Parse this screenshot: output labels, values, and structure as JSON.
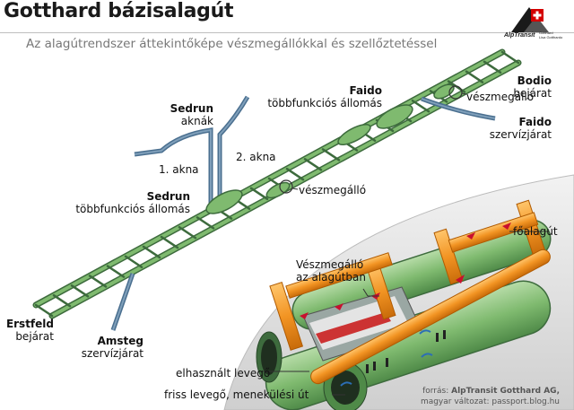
{
  "header": {
    "title": "Gotthard bázisalagút",
    "subtitle": "Az alagútrendszer áttekintőképe vészmegállókkal és szellőztetéssel",
    "logo_text": "AlpTransit",
    "logo_subtext": [
      "Gotthard",
      "Lisa Gotthardo"
    ]
  },
  "labels": {
    "bodio": {
      "name": "Bodio",
      "desc": "bejárat"
    },
    "faido_station": {
      "name": "Faido",
      "desc": "többfunkciós állomás"
    },
    "faido_access": {
      "name": "Faido",
      "desc": "szervízjárat"
    },
    "sedrun_shafts": {
      "name": "Sedrun",
      "desc": "aknák"
    },
    "sedrun_station": {
      "name": "Sedrun",
      "desc": "többfunkciós állomás"
    },
    "shaft1": "1. akna",
    "shaft2": "2. akna",
    "emergency_stop_1": "vészmegálló",
    "emergency_stop_2": "vészmegálló",
    "erstfeld": {
      "name": "Erstfeld",
      "desc": "bejárat"
    },
    "amsteg": {
      "name": "Amsteg",
      "desc": "szervízjárat"
    },
    "main_tunnel": "főalagút",
    "emergency_in_tunnel": [
      "Vészmegálló",
      "az alagútban"
    ],
    "used_air": "elhasznált levegő",
    "fresh_air": "friss levegő, menekülési út"
  },
  "credit": {
    "prefix": "forrás: ",
    "source": "AlpTransit Gotthard AG,",
    "line2": "magyar változat: passport.blog.hu"
  },
  "colors": {
    "tunnel_green": "#6fa86a",
    "tunnel_dark": "#3d6b3d",
    "shaft_blue": "#4a6f8f",
    "vent_orange": "#f08a1c",
    "inset_bg": "#dcdcdc"
  }
}
